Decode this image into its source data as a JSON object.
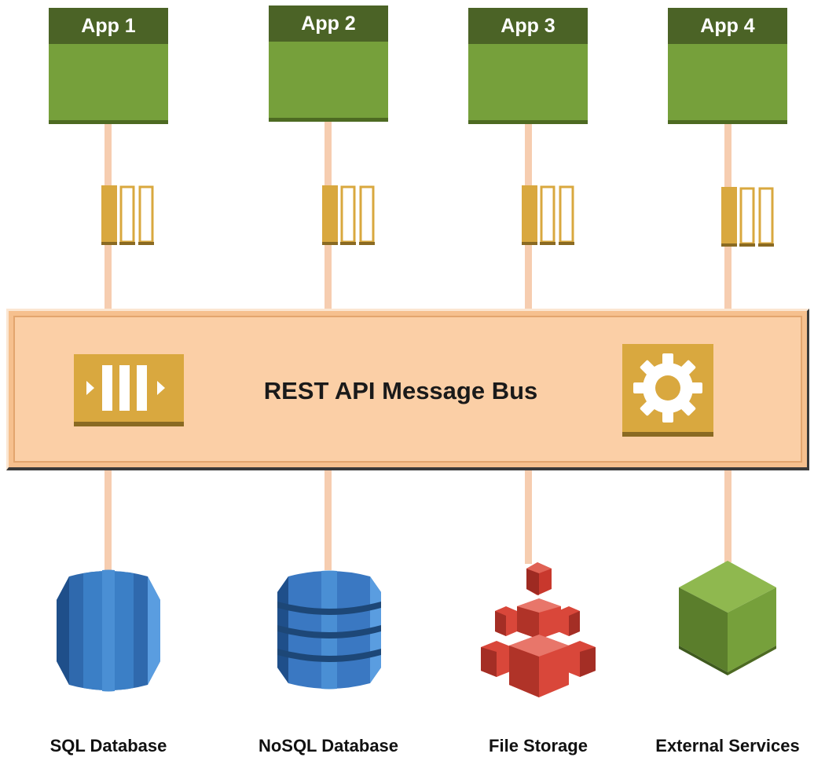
{
  "apps": [
    {
      "label": "App 1"
    },
    {
      "label": "App 2"
    },
    {
      "label": "App 3"
    },
    {
      "label": "App 4"
    }
  ],
  "bus": {
    "label": "REST API Message Bus"
  },
  "stores": [
    {
      "label": "SQL Database",
      "icon": "sql-database-icon"
    },
    {
      "label": "NoSQL Database",
      "icon": "nosql-database-icon"
    },
    {
      "label": "File Storage",
      "icon": "file-storage-icon"
    },
    {
      "label": "External Services",
      "icon": "external-services-icon"
    }
  ],
  "colors": {
    "app_body": "#76a03b",
    "app_header": "#4b6326",
    "queue": "#d9a83f",
    "bus_fill": "#fbcfa6",
    "connector": "#f6cdb0",
    "database_blue": "#3a78c2",
    "storage_red": "#d9473a"
  }
}
